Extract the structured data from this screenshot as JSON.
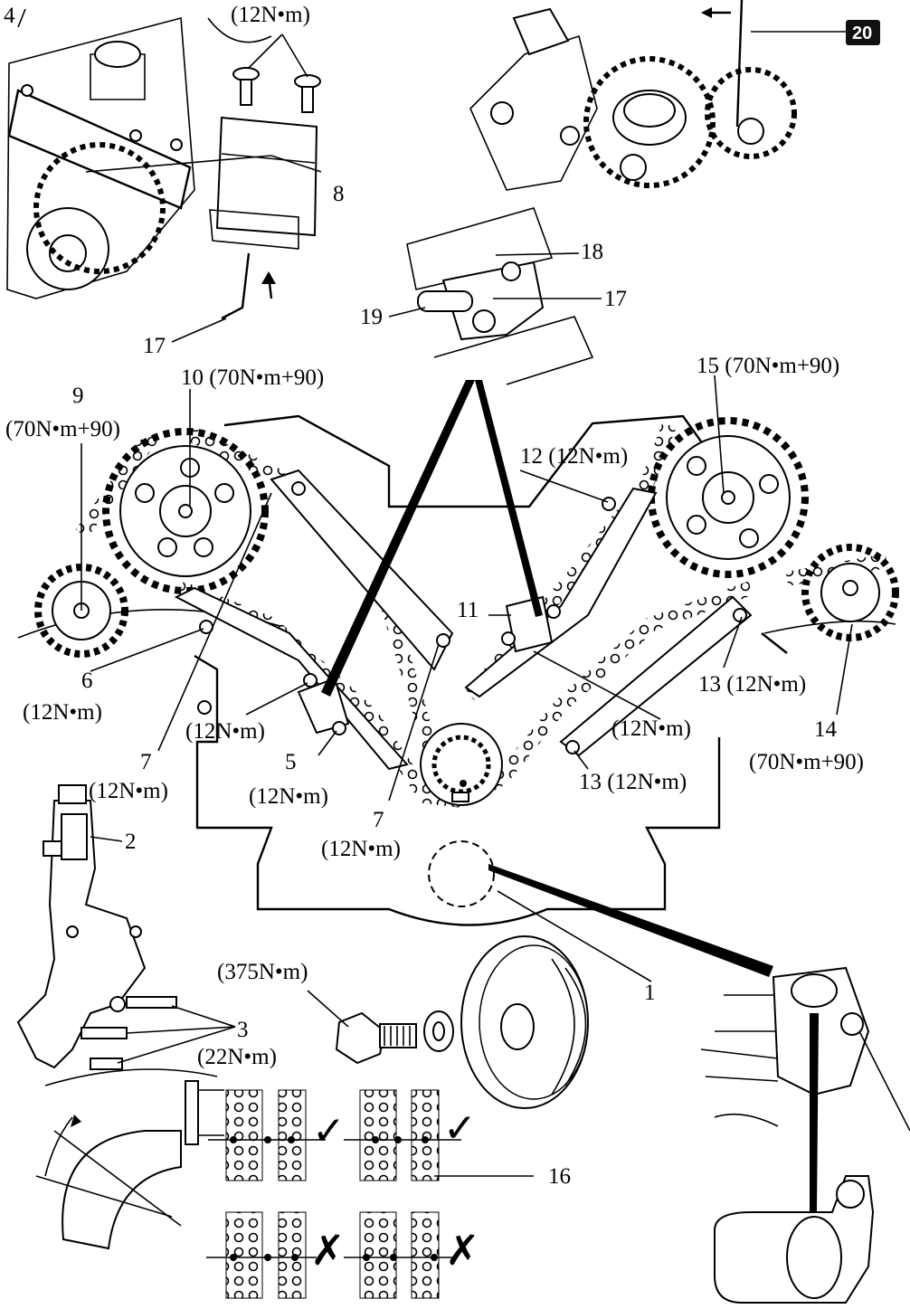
{
  "labels": {
    "l4": "4",
    "top_torque": "(12N•m)",
    "l8": "8",
    "l17a": "17",
    "l20": "20",
    "l18": "18",
    "l17b": "17",
    "l19": "19",
    "l9": "9",
    "l9_torque": "(70N•m+90)",
    "l10": "10 (70N•m+90)",
    "l15": "15 (70N•m+90)",
    "l12": "12 (12N•m)",
    "l11": "11",
    "l6": "6",
    "l6_torque": "(12N•m)",
    "l5_torque_top": "(12N•m)",
    "l5": "5",
    "l5_torque": "(12N•m)",
    "l7a": "7",
    "l7a_torque": "(12N•m)",
    "l7b": "7",
    "l7b_torque": "(12N•m)",
    "l11_torque": "(12N•m)",
    "l13a": "13 (12N•m)",
    "l13b": "13 (12N•m)",
    "l14": "14",
    "l14_torque": "(70N•m+90)",
    "l2": "2",
    "l1": "1",
    "l375": "(375N•m)",
    "l3": "3",
    "l3_torque": "(22N•m)",
    "l16": "16"
  },
  "marks": {
    "check": "✓",
    "cross": "✗"
  }
}
